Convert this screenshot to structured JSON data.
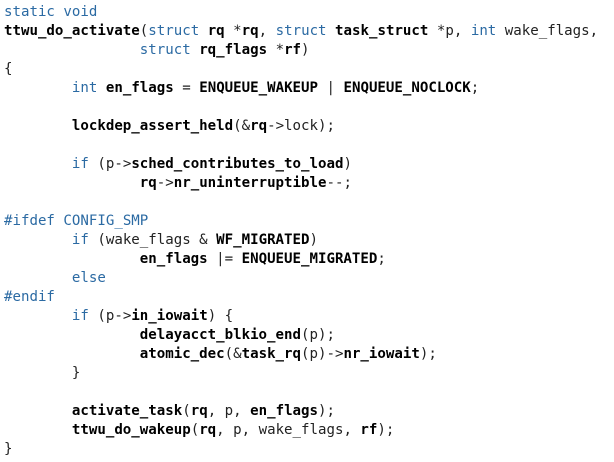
{
  "colors": {
    "keyword": "#2b6aa3",
    "bold_identifier": "#000000",
    "plain": "#222222",
    "background": "#ffffff"
  },
  "code_lines": [
    [
      {
        "t": "static void",
        "s": "kw"
      }
    ],
    [
      {
        "t": "ttwu_do_activate",
        "s": "bold"
      },
      {
        "t": "(",
        "s": "plain"
      },
      {
        "t": "struct",
        "s": "kw"
      },
      {
        "t": " ",
        "s": "plain"
      },
      {
        "t": "rq",
        "s": "bold"
      },
      {
        "t": " *",
        "s": "plain"
      },
      {
        "t": "rq",
        "s": "bold"
      },
      {
        "t": ", ",
        "s": "plain"
      },
      {
        "t": "struct",
        "s": "kw"
      },
      {
        "t": " ",
        "s": "plain"
      },
      {
        "t": "task_struct",
        "s": "bold"
      },
      {
        "t": " *p, ",
        "s": "plain"
      },
      {
        "t": "int",
        "s": "kw"
      },
      {
        "t": " wake_flags,",
        "s": "plain"
      }
    ],
    [
      {
        "t": "                ",
        "s": "plain"
      },
      {
        "t": "struct",
        "s": "kw"
      },
      {
        "t": " ",
        "s": "plain"
      },
      {
        "t": "rq_flags",
        "s": "bold"
      },
      {
        "t": " *",
        "s": "plain"
      },
      {
        "t": "rf",
        "s": "bold"
      },
      {
        "t": ")",
        "s": "plain"
      }
    ],
    [
      {
        "t": "{",
        "s": "plain"
      }
    ],
    [
      {
        "t": "        ",
        "s": "plain"
      },
      {
        "t": "int",
        "s": "kw"
      },
      {
        "t": " ",
        "s": "plain"
      },
      {
        "t": "en_flags",
        "s": "bold"
      },
      {
        "t": " = ",
        "s": "plain"
      },
      {
        "t": "ENQUEUE_WAKEUP",
        "s": "bold"
      },
      {
        "t": " | ",
        "s": "plain"
      },
      {
        "t": "ENQUEUE_NOCLOCK",
        "s": "bold"
      },
      {
        "t": ";",
        "s": "plain"
      }
    ],
    [],
    [
      {
        "t": "        ",
        "s": "plain"
      },
      {
        "t": "lockdep_assert_held",
        "s": "bold"
      },
      {
        "t": "(&",
        "s": "plain"
      },
      {
        "t": "rq",
        "s": "bold"
      },
      {
        "t": "->lock);",
        "s": "plain"
      }
    ],
    [],
    [
      {
        "t": "        ",
        "s": "plain"
      },
      {
        "t": "if",
        "s": "kw"
      },
      {
        "t": " (p->",
        "s": "plain"
      },
      {
        "t": "sched_contributes_to_load",
        "s": "bold"
      },
      {
        "t": ")",
        "s": "plain"
      }
    ],
    [
      {
        "t": "                ",
        "s": "plain"
      },
      {
        "t": "rq",
        "s": "bold"
      },
      {
        "t": "->",
        "s": "plain"
      },
      {
        "t": "nr_uninterruptible",
        "s": "bold"
      },
      {
        "t": "--;",
        "s": "plain"
      }
    ],
    [],
    [
      {
        "t": "#ifdef",
        "s": "kw"
      },
      {
        "t": " ",
        "s": "plain"
      },
      {
        "t": "CONFIG_SMP",
        "s": "kw"
      }
    ],
    [
      {
        "t": "        ",
        "s": "plain"
      },
      {
        "t": "if",
        "s": "kw"
      },
      {
        "t": " (wake_flags & ",
        "s": "plain"
      },
      {
        "t": "WF_MIGRATED",
        "s": "bold"
      },
      {
        "t": ")",
        "s": "plain"
      }
    ],
    [
      {
        "t": "                ",
        "s": "plain"
      },
      {
        "t": "en_flags",
        "s": "bold"
      },
      {
        "t": " |= ",
        "s": "plain"
      },
      {
        "t": "ENQUEUE_MIGRATED",
        "s": "bold"
      },
      {
        "t": ";",
        "s": "plain"
      }
    ],
    [
      {
        "t": "        ",
        "s": "plain"
      },
      {
        "t": "else",
        "s": "kw"
      }
    ],
    [
      {
        "t": "#endif",
        "s": "kw"
      }
    ],
    [
      {
        "t": "        ",
        "s": "plain"
      },
      {
        "t": "if",
        "s": "kw"
      },
      {
        "t": " (p->",
        "s": "plain"
      },
      {
        "t": "in_iowait",
        "s": "bold"
      },
      {
        "t": ") {",
        "s": "plain"
      }
    ],
    [
      {
        "t": "                ",
        "s": "plain"
      },
      {
        "t": "delayacct_blkio_end",
        "s": "bold"
      },
      {
        "t": "(p);",
        "s": "plain"
      }
    ],
    [
      {
        "t": "                ",
        "s": "plain"
      },
      {
        "t": "atomic_dec",
        "s": "bold"
      },
      {
        "t": "(&",
        "s": "plain"
      },
      {
        "t": "task_rq",
        "s": "bold"
      },
      {
        "t": "(p)->",
        "s": "plain"
      },
      {
        "t": "nr_iowait",
        "s": "bold"
      },
      {
        "t": ");",
        "s": "plain"
      }
    ],
    [
      {
        "t": "        }",
        "s": "plain"
      }
    ],
    [],
    [
      {
        "t": "        ",
        "s": "plain"
      },
      {
        "t": "activate_task",
        "s": "bold"
      },
      {
        "t": "(",
        "s": "plain"
      },
      {
        "t": "rq",
        "s": "bold"
      },
      {
        "t": ", p, ",
        "s": "plain"
      },
      {
        "t": "en_flags",
        "s": "bold"
      },
      {
        "t": ");",
        "s": "plain"
      }
    ],
    [
      {
        "t": "        ",
        "s": "plain"
      },
      {
        "t": "ttwu_do_wakeup",
        "s": "bold"
      },
      {
        "t": "(",
        "s": "plain"
      },
      {
        "t": "rq",
        "s": "bold"
      },
      {
        "t": ", p, wake_flags, ",
        "s": "plain"
      },
      {
        "t": "rf",
        "s": "bold"
      },
      {
        "t": ");",
        "s": "plain"
      }
    ],
    [
      {
        "t": "}",
        "s": "plain"
      }
    ]
  ]
}
